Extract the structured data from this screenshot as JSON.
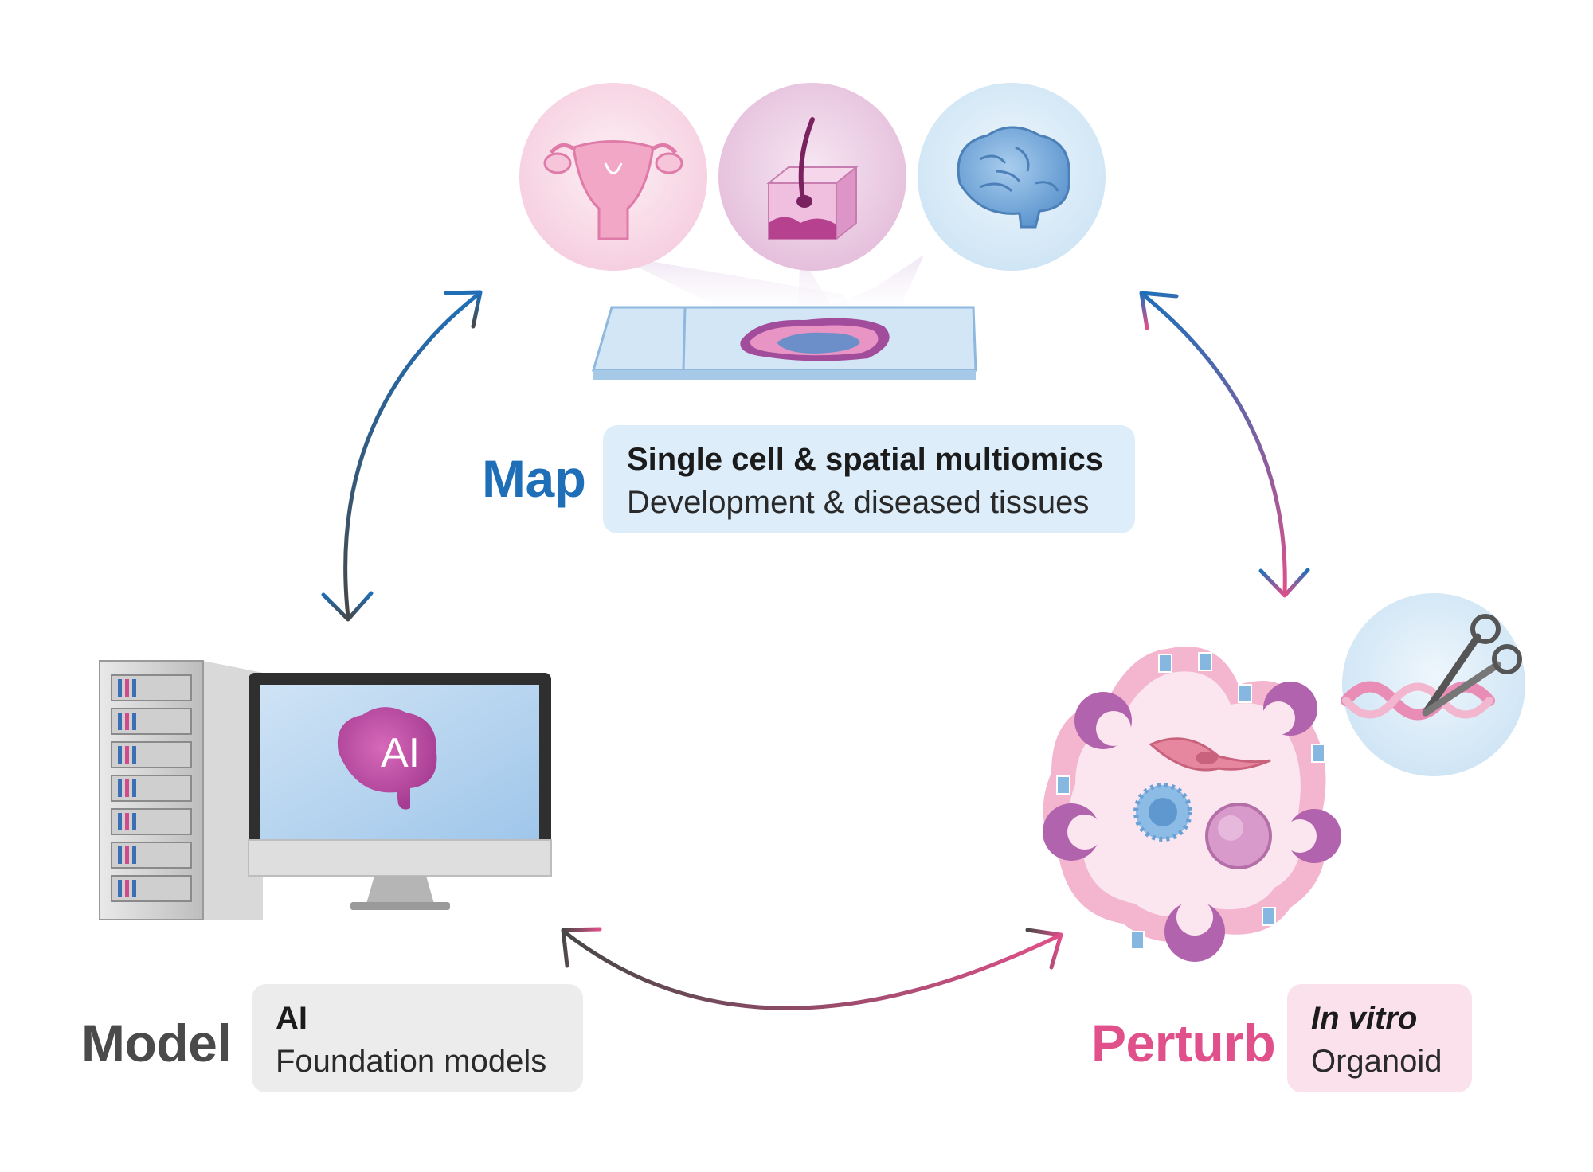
{
  "map": {
    "title": "Map",
    "line1": "Single cell & spatial multiomics",
    "line2": "Development & diseased tissues"
  },
  "model": {
    "title": "Model",
    "line1": "AI",
    "line2": "Foundation models",
    "screen_text": "AI"
  },
  "perturb": {
    "title": "Perturb",
    "line1": "In vitro",
    "line2": "Organoid"
  },
  "colors": {
    "map_blue": "#1f6fb8",
    "model_gray": "#4a4a4a",
    "perturb_pink": "#e0508a",
    "map_box": "#ddeefa",
    "model_box": "#ececec",
    "perturb_box": "#fbe1ec"
  },
  "icons": [
    "uterus-icon",
    "skin-tissue-icon",
    "brain-icon",
    "tissue-slide-icon",
    "computer-server-icon",
    "ai-brain-icon",
    "organoid-icon",
    "crispr-scissors-icon"
  ]
}
